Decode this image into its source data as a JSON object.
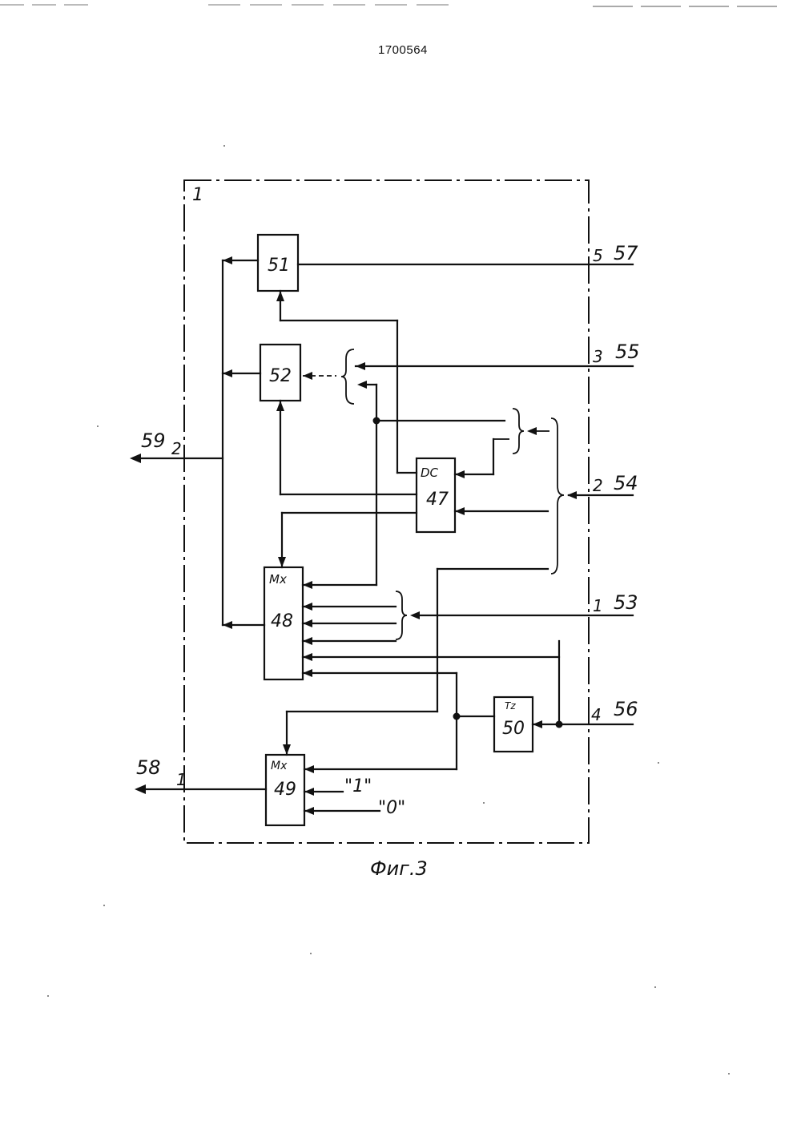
{
  "header": {
    "document_number": "1700564"
  },
  "frame": {
    "label": "1"
  },
  "blocks": {
    "b51": {
      "number": "51"
    },
    "b52": {
      "number": "52"
    },
    "b47": {
      "tag": "DC",
      "number": "47"
    },
    "b48": {
      "tag": "Mx",
      "number": "48"
    },
    "b49": {
      "tag": "Mx",
      "number": "49"
    },
    "b50": {
      "tag": "Tz",
      "number": "50"
    }
  },
  "inputs": [
    {
      "port": "5",
      "line": "57"
    },
    {
      "port": "3",
      "line": "55"
    },
    {
      "port": "2",
      "line": "54"
    },
    {
      "port": "1",
      "line": "53"
    },
    {
      "port": "4",
      "line": "56"
    }
  ],
  "outputs": [
    {
      "port": "2",
      "line": "59"
    },
    {
      "port": "1",
      "line": "58"
    }
  ],
  "constants": {
    "one": "\"1\"",
    "zero": "\"0\""
  },
  "caption": "Фиг.3"
}
